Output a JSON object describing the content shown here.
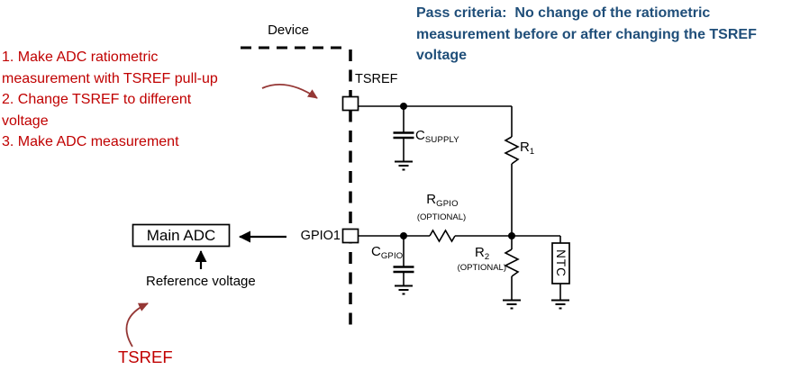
{
  "colors": {
    "red": "#C00000",
    "blue": "#1F4E79",
    "arrow": "#953735",
    "ink": "#000000"
  },
  "instructions": {
    "steps": [
      "1. Make ADC ratiometric measurement with TSREF pull-up",
      "2. Change TSREF to different voltage",
      "3. Make ADC measurement"
    ]
  },
  "pass_criteria": "Pass criteria:  No change of the ratiometric measurement before or after changing the TSREF voltage",
  "device": {
    "label": "Device"
  },
  "pins": {
    "tsref": "TSREF",
    "gpio1": "GPIO1"
  },
  "adc": {
    "label": "Main ADC",
    "reference": "Reference voltage"
  },
  "callout": {
    "tsref": "TSREF"
  },
  "components": {
    "c_supply": {
      "name": "C",
      "sub": "SUPPLY"
    },
    "r1": {
      "name": "R",
      "sub": "1"
    },
    "r_gpio": {
      "name": "R",
      "sub": "GPIO",
      "note": "(OPTIONAL)"
    },
    "c_gpio": {
      "name": "C",
      "sub": "GPIO"
    },
    "r2": {
      "name": "R",
      "sub": "2",
      "note": "(OPTIONAL)"
    },
    "ntc": {
      "name": "NTC"
    }
  }
}
